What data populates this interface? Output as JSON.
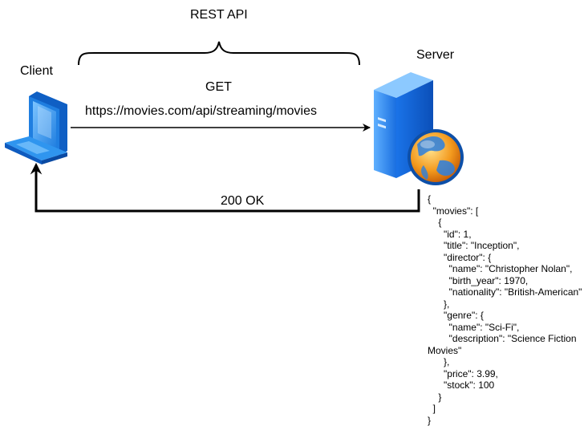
{
  "labels": {
    "api": "REST API",
    "client": "Client",
    "server": "Server",
    "method": "GET",
    "url": "https://movies.com/api/streaming/movies",
    "status": "200 OK"
  },
  "json_lines": [
    "{",
    "  \"movies\": [",
    "    {",
    "      \"id\": 1,",
    "      \"title\": \"Inception\",",
    "      \"director\": {",
    "        \"name\": \"Christopher Nolan\",",
    "        \"birth_year\": 1970,",
    "        \"nationality\": \"British-American\"",
    "      },",
    "      \"genre\": {",
    "        \"name\": \"Sci-Fi\",",
    "        \"description\": \"Science Fiction Movies\"",
    "      },",
    "      \"price\": 3.99,",
    "      \"stock\": 100",
    "    }",
    "  ]",
    "}"
  ],
  "colors": {
    "laptop_blue": "#2a8be6",
    "server_blue": "#1b7ff0",
    "globe_orange": "#f08a1a",
    "line": "#000000"
  }
}
